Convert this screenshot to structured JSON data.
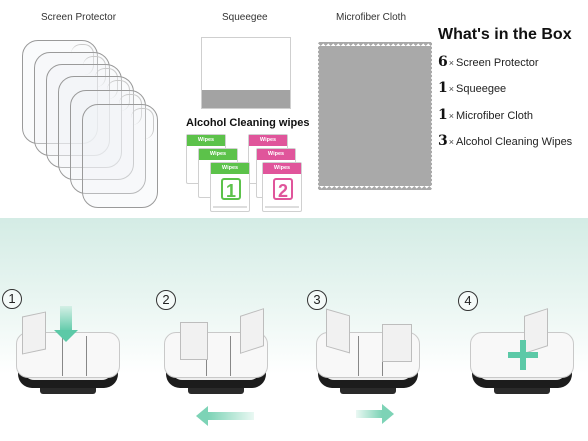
{
  "labels": {
    "screen_protector": "Screen Protector",
    "squeegee": "Squeegee",
    "microfiber_cloth": "Microfiber Cloth",
    "alcohol_wipes": "Alcohol Cleaning wipes"
  },
  "wipes": {
    "band_text": "Wipes",
    "numbers": [
      "1",
      "2"
    ]
  },
  "box": {
    "title": "What's in the Box",
    "mult": "×",
    "items": [
      {
        "qty": "6",
        "name": "Screen Protector"
      },
      {
        "qty": "1",
        "name": "Squeegee"
      },
      {
        "qty": "1",
        "name": "Microfiber Cloth"
      },
      {
        "qty": "3",
        "name": "Alcohol Cleaning Wipes"
      }
    ]
  },
  "steps": [
    {
      "num": "1"
    },
    {
      "num": "2"
    },
    {
      "num": "3"
    },
    {
      "num": "4"
    }
  ],
  "colors": {
    "wipe_green": "#5cc24a",
    "wipe_pink": "#e0559b",
    "arrow": "#5cc9a7",
    "cloth": "#a9a9a9",
    "band_bg": "#d4ece5"
  }
}
